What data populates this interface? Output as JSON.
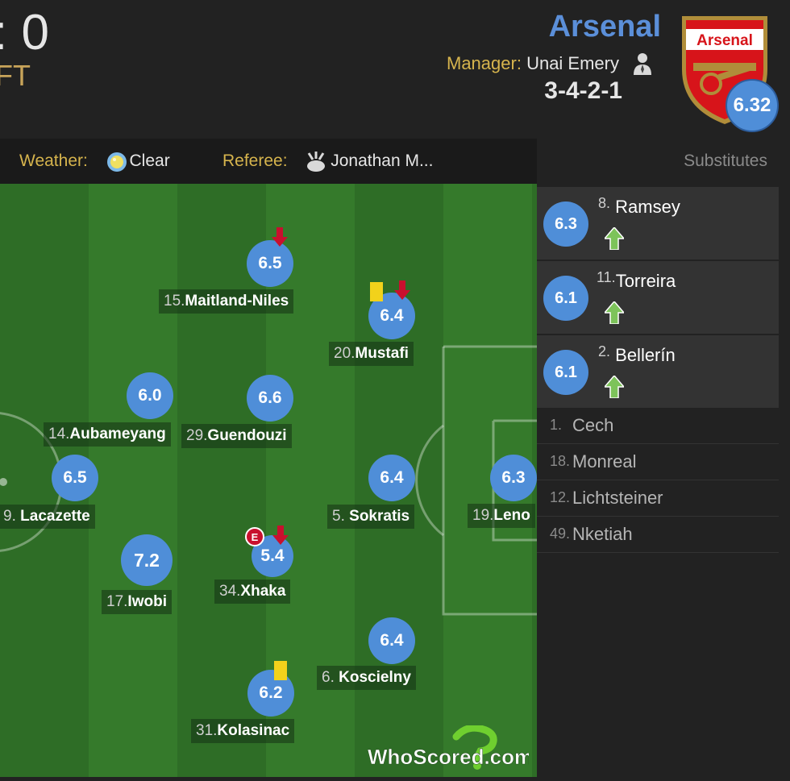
{
  "match": {
    "score_partial": ": 0",
    "status": "FT"
  },
  "team": {
    "name": "Arsenal",
    "manager_label": "Manager:",
    "manager_name": "Unai Emery",
    "formation": "3-4-2-1",
    "rating": "6.32",
    "crest_text": "Arsenal",
    "color": "#5b8fd9"
  },
  "info": {
    "weather_label": "Weather:",
    "weather_value": "Clear",
    "referee_label": "Referee:",
    "referee_value": "Jonathan M..."
  },
  "players": [
    {
      "num": "15.",
      "name": "Maitland-Niles",
      "rating": "6.5",
      "subbed_off": true
    },
    {
      "num": "20.",
      "name": "Mustafi",
      "rating": "6.4",
      "yellow_card": true,
      "subbed_off": true
    },
    {
      "num": "14.",
      "name": "Aubameyang",
      "rating": "6.0"
    },
    {
      "num": "29.",
      "name": "Guendouzi",
      "rating": "6.6"
    },
    {
      "num": "9.",
      "name": "Lacazette",
      "rating": "6.5"
    },
    {
      "num": "5.",
      "name": "Sokratis",
      "rating": "6.4"
    },
    {
      "num": "19.",
      "name": "Leno",
      "rating": "6.3"
    },
    {
      "num": "17.",
      "name": "Iwobi",
      "rating": "7.2"
    },
    {
      "num": "34.",
      "name": "Xhaka",
      "rating": "5.4",
      "event_icon": "E",
      "subbed_off": true
    },
    {
      "num": "6.",
      "name": "Koscielny",
      "rating": "6.4"
    },
    {
      "num": "31.",
      "name": "Kolasinac",
      "rating": "6.2",
      "yellow_card": true
    }
  ],
  "substitutes": {
    "header": "Substitutes",
    "used": [
      {
        "num": "8.",
        "name": "Ramsey",
        "rating": "6.3"
      },
      {
        "num": "11.",
        "name": "Torreira",
        "rating": "6.1"
      },
      {
        "num": "2.",
        "name": "Bellerín",
        "rating": "6.1"
      }
    ],
    "unused": [
      {
        "num": "1.",
        "name": "Cech"
      },
      {
        "num": "18.",
        "name": "Monreal"
      },
      {
        "num": "12.",
        "name": "Lichtsteiner"
      },
      {
        "num": "49.",
        "name": "Nketiah"
      }
    ]
  },
  "branding": {
    "logo_text": "WhoScored.com"
  },
  "colors": {
    "rating_bubble": "#4f8ed8",
    "label_gold": "#d6b44d",
    "pitch_dark": "#2e6d26",
    "pitch_light": "#357a2b",
    "yellow_card": "#f2d21b",
    "sub_off_arrow": "#c8102e",
    "sub_in_arrow": "#7dc35a"
  },
  "icons": [
    "manager-icon",
    "weather-sun-icon",
    "referee-whistle-icon",
    "sub-off-arrow-icon",
    "sub-in-arrow-icon",
    "yellow-card-icon",
    "goal-event-icon"
  ]
}
